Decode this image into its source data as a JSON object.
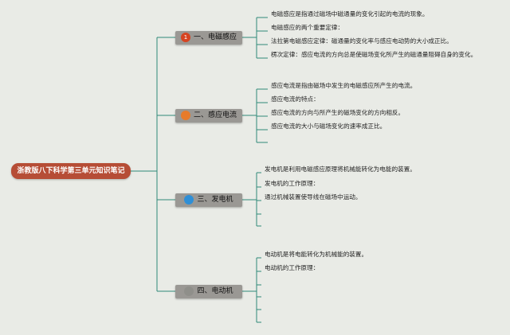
{
  "root": {
    "title": "浙教版八下科学第三单元知识笔记"
  },
  "colors": {
    "background": "#e9ebe6",
    "line": "#2e8a78",
    "root": "#b64d36",
    "branch": "#9a9894"
  },
  "branches": [
    {
      "label": "一、电磁感应",
      "badge": {
        "text": "1",
        "color": "#d64422",
        "icon": "number-1-icon"
      },
      "leaves": [
        "电磁感应是指通过磁场中磁通量的变化引起的电流的现象。",
        "电磁感应的两个重要定律：",
        "法拉第电磁感应定律：磁通量的变化率与感应电动势的大小成正比。",
        "楞次定律：感应电流的方向总是使磁场变化所产生的磁通量阻碍自身的变化。"
      ]
    },
    {
      "label": "二、感应电流",
      "badge": {
        "text": "",
        "color": "#e77b2a",
        "icon": "orange-dot-icon"
      },
      "leaves": [
        "感应电流是指由磁场中发生的电磁感应所产生的电流。",
        "感应电流的特点：",
        "感应电流的方向与所产生的磁场变化的方向相反。",
        "感应电流的大小与磁场变化的速率成正比。",
        ""
      ]
    },
    {
      "label": "三、发电机",
      "badge": {
        "text": "",
        "color": "#2f8fd6",
        "icon": "blue-dot-icon"
      },
      "leaves": [
        "发电机是利用电磁感应原理将机械能转化为电能的装置。",
        "发电机的工作原理：",
        "通过机械装置使导线在磁场中运动。",
        "",
        ""
      ]
    },
    {
      "label": "四、电动机",
      "badge": {
        "text": "",
        "color": "#8f8f8a",
        "icon": "gray-dot-icon"
      },
      "leaves": [
        "电动机是将电能转化为机械能的装置。",
        "电动机的工作原理：",
        "",
        "",
        "",
        ""
      ]
    }
  ]
}
